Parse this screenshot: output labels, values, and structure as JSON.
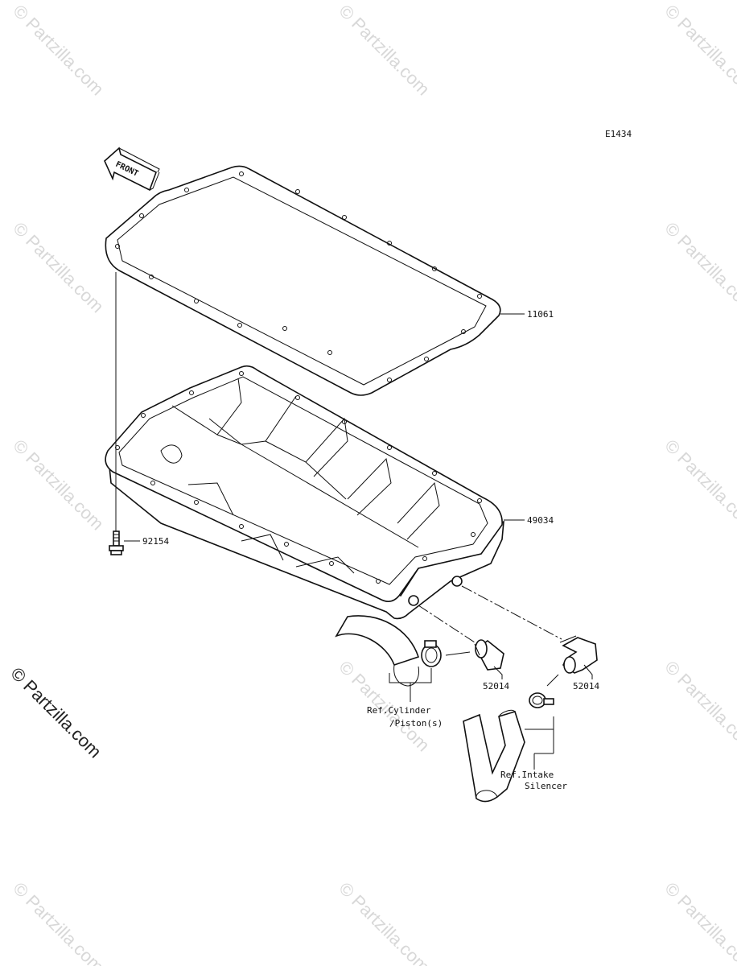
{
  "diagram": {
    "code": "E1434",
    "front_label": "FRONT",
    "parts": [
      {
        "number": "11061"
      },
      {
        "number": "49034"
      },
      {
        "number": "92154"
      },
      {
        "number": "52014"
      },
      {
        "number": "52014"
      }
    ],
    "references": {
      "cylinder_line1": "Ref.Cylinder",
      "cylinder_line2": "/Piston(s)",
      "intake_line1": "Ref.Intake",
      "intake_line2": "Silencer"
    }
  },
  "watermark": {
    "text": "© Partzilla.com",
    "small_text": "© Partzilla.com"
  },
  "colors": {
    "line": "#111111",
    "watermark": "#d8d8d8",
    "background": "#ffffff"
  }
}
